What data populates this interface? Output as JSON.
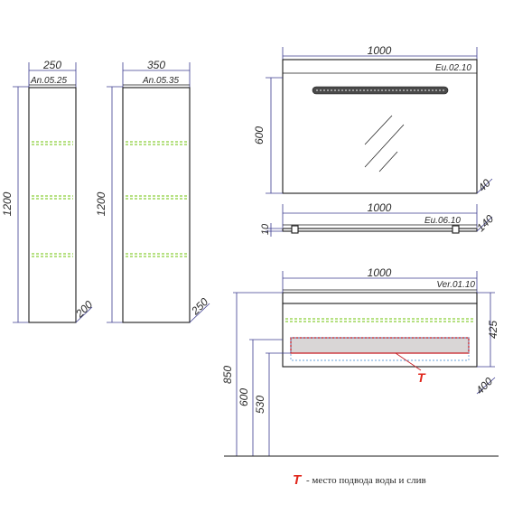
{
  "units": {
    "an0525": {
      "code": "An.05.25",
      "width": "250",
      "height": "1200",
      "depth": "200"
    },
    "an0535": {
      "code": "An.05.35",
      "width": "350",
      "height": "1200",
      "depth": "250"
    },
    "eu0210": {
      "code": "Eu.02.10",
      "width": "1000",
      "height": "600",
      "depth": "40"
    },
    "eu0610": {
      "code": "Eu.06.10",
      "width": "1000",
      "height": "10",
      "depth": "140"
    },
    "ver0110": {
      "code": "Ver.01.10",
      "width": "1000",
      "height": "425",
      "depth": "400",
      "floor_to_top": "850",
      "floor_to_bottom": "600",
      "floor_to_pipe": "530"
    }
  },
  "legend": {
    "symbol": "T",
    "text": "- место подвода воды и слив"
  },
  "colors": {
    "dimension": "#3b3b8f",
    "shelf": "#8ccf3a",
    "marker": "#e0261b",
    "outline": "#1a1a1a"
  }
}
